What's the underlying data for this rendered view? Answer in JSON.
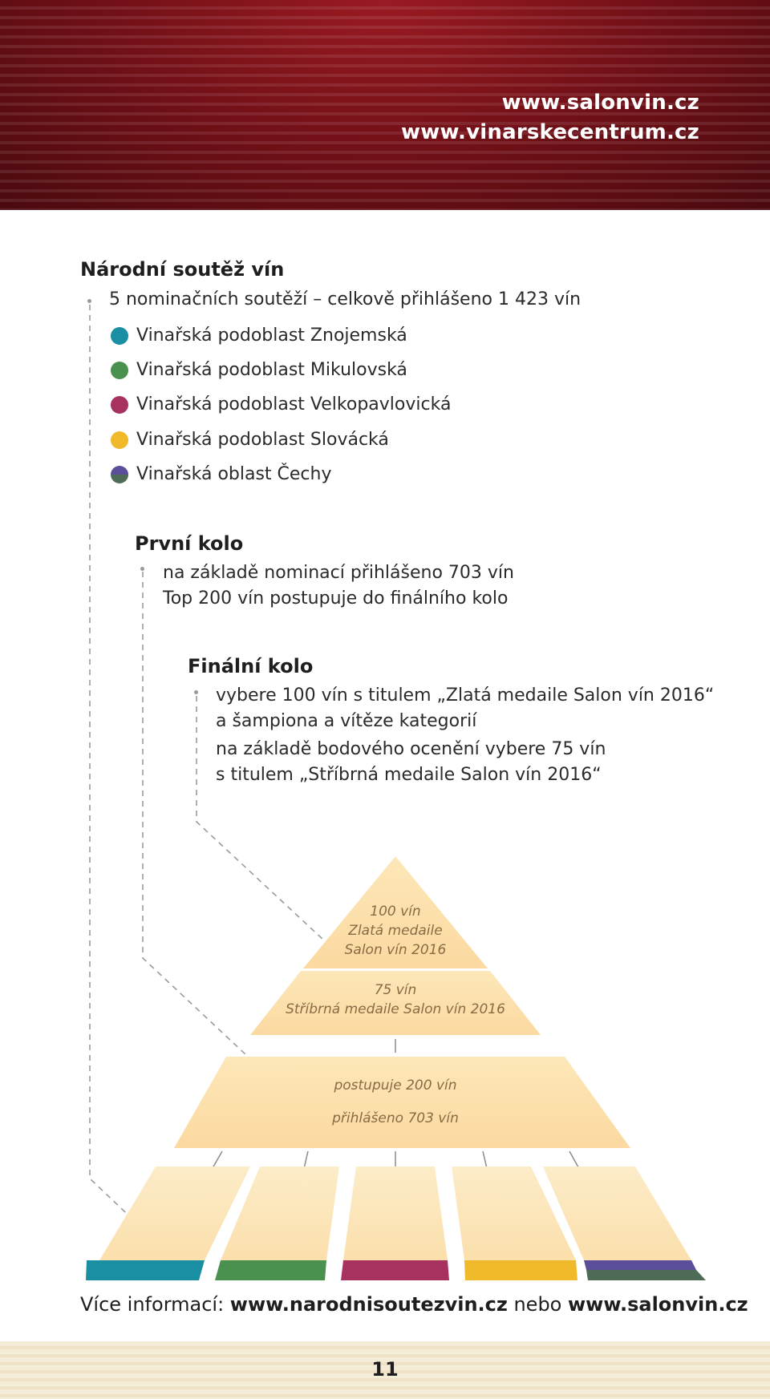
{
  "header": {
    "url_1": "www.salonvin.cz",
    "url_2": "www.vinarskecentrum.cz",
    "color": "#7a1219"
  },
  "competition": {
    "title": "Národní soutěž vín",
    "summary": "5 nominačních soutěží – celkově přihlášeno 1 423 vín",
    "regions": [
      {
        "label": "Vinařská podoblast Znojemská",
        "color": "#1a8ea3"
      },
      {
        "label": "Vinařská podoblast Mikulovská",
        "color": "#4a9150"
      },
      {
        "label": "Vinařská podoblast Velkopavlovická",
        "color": "#a8325f"
      },
      {
        "label": "Vinařská podoblast Slovácká",
        "color": "#f0b92a"
      },
      {
        "label": "Vinařská oblast Čechy",
        "color": "#5a4e9a"
      }
    ]
  },
  "first_round": {
    "title": "První kolo",
    "line_1": "na základě nominací přihlášeno 703 vín",
    "line_2": "Top 200 vín postupuje do finálního kolo"
  },
  "final_round": {
    "title": "Finální kolo",
    "line_1": "vybere 100 vín s titulem „Zlatá medaile Salon vín 2016“",
    "line_2": "a šampiona a vítěze kategorií",
    "line_3": "na základě bodového ocenění vybere 75 vín",
    "line_4": "s titulem „Stříbrná medaile Salon vín 2016“"
  },
  "pyramid": {
    "gold_1": "100 vín",
    "gold_2": "Zlatá medaile",
    "gold_3": "Salon vín 2016",
    "silver_1": "75 vín",
    "silver_2": "Stříbrná medaile Salon vín 2016",
    "mid_1": "postupuje 200 vín",
    "mid_2": "přihlášeno 703 vín"
  },
  "footer": {
    "prefix": "Více informací: ",
    "link_1": "www.narodnisoutezvin.cz",
    "middle": " nebo ",
    "link_2": "www.salonvin.cz",
    "page_number": "11"
  }
}
